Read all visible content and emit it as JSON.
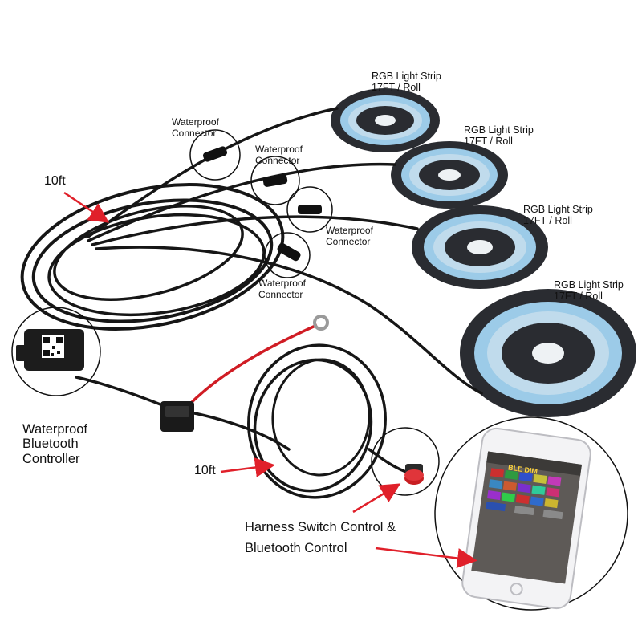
{
  "strips": [
    {
      "name": "RGB Light Strip",
      "length": "17FT / Roll"
    },
    {
      "name": "RGB Light Strip",
      "length": "17FT / Roll"
    },
    {
      "name": "RGB Light Strip",
      "length": "17FT / Roll"
    },
    {
      "name": "RGB Light Strip",
      "length": "17FT / Roll"
    }
  ],
  "connectors": [
    {
      "line1": "Waterproof",
      "line2": "Connector"
    },
    {
      "line1": "Waterproof",
      "line2": "Connector"
    },
    {
      "line1": "Waterproof",
      "line2": "Connector"
    },
    {
      "line1": "Waterproof",
      "line2": "Connector"
    }
  ],
  "cable_labels": [
    "10ft",
    "10ft"
  ],
  "controller": {
    "line1": "Waterproof",
    "line2": "Bluetooth",
    "line3": "Controller"
  },
  "harness": {
    "line1": "Harness Switch Control &",
    "line2": "Bluetooth Control"
  },
  "phone_app": {
    "title": "BLE DIM"
  },
  "colors": {
    "arrow": "#e0202a",
    "cable": "#161616",
    "strip_led": "#8fc4e6",
    "reel": "#2a2c31"
  }
}
